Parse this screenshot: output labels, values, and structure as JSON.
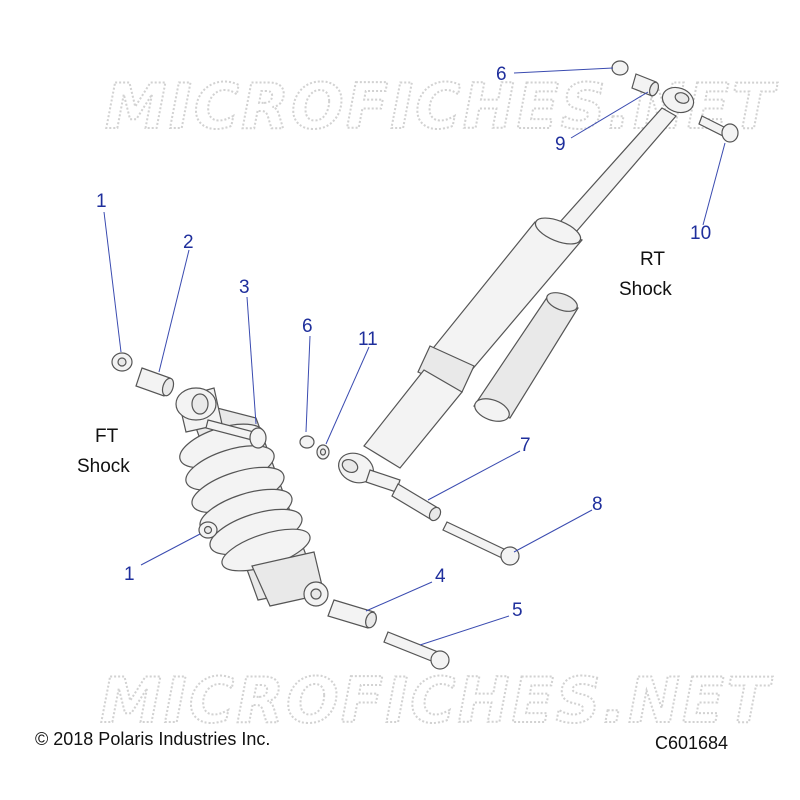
{
  "watermark": "MICROFICHES.NET",
  "shock_labels": {
    "front": [
      "FT",
      "Shock"
    ],
    "rear": [
      "RT",
      "Shock"
    ]
  },
  "callouts": [
    "1",
    "2",
    "3",
    "6",
    "11",
    "1",
    "4",
    "5",
    "6",
    "9",
    "10",
    "7",
    "8"
  ],
  "footer": {
    "copyright": "© 2018 Polaris Industries Inc.",
    "code": "C601684"
  },
  "colors": {
    "callout": "#1f2f9c",
    "watermark": "#d2d2d2"
  }
}
